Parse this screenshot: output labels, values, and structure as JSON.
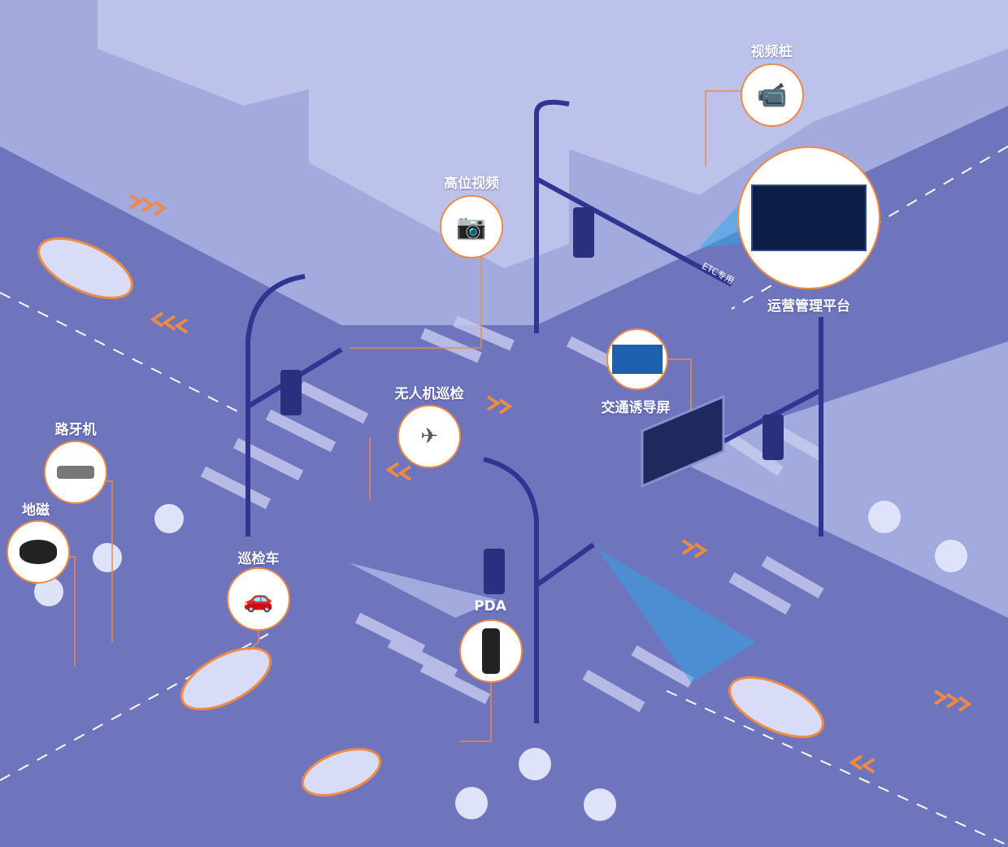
{
  "labels": {
    "video_pile": "视频桩",
    "high_video": "高位视频",
    "ops_platform": "运营管理平台",
    "guidance_screen": "交通诱导屏",
    "drone_patrol": "无人机巡检",
    "curb_unit": "路牙机",
    "geomagnetic": "地磁",
    "patrol_car": "巡检车",
    "pda": "PDA",
    "etc_sign": "ETC专用"
  },
  "colors": {
    "accent": "#ef8a45",
    "road": "#6e75bd",
    "ground": "#a3aade",
    "building": "#b9bfe8"
  }
}
